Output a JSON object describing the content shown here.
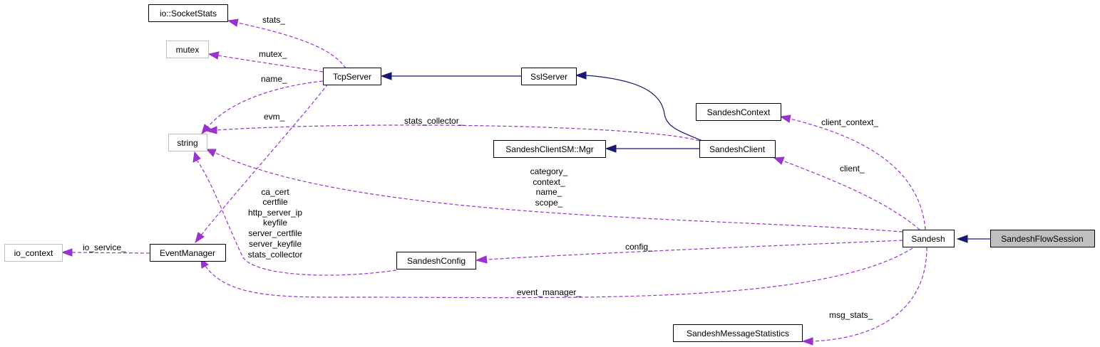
{
  "diagram": {
    "nodes": {
      "socketstats": "io::SocketStats",
      "mutex": "mutex",
      "tcpserver": "TcpServer",
      "sslserver": "SslServer",
      "string": "string",
      "sandeshcontext": "SandeshContext",
      "sandeshclientsm": "SandeshClientSM::Mgr",
      "sandeshclient": "SandeshClient",
      "io_context": "io_context",
      "eventmanager": "EventManager",
      "sandeshconfig": "SandeshConfig",
      "sandesh": "Sandesh",
      "sandeshflowsession": "SandeshFlowSession",
      "sandeshmessagestatistics": "SandeshMessageStatistics"
    },
    "edge_labels": {
      "stats": "stats_",
      "mutex": "mutex_",
      "name": "name_",
      "evm": "evm_",
      "stats_collector": "stats_collector_",
      "client_context": "client_context_",
      "client": "client_",
      "sandesh_string": [
        "category_",
        "context_",
        "name_",
        "scope_"
      ],
      "config_string": [
        "ca_cert",
        "certfile",
        "http_server_ip",
        "keyfile",
        "server_certfile",
        "server_keyfile",
        "stats_collector"
      ],
      "io_service": "io_service_",
      "config": "config_",
      "event_manager": "event_manager_",
      "msg_stats": "msg_stats_"
    }
  }
}
